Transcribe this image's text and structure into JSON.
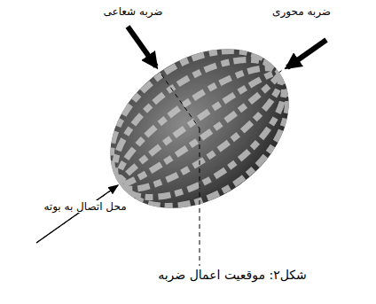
{
  "diagram": {
    "caption": "شکل۲: موقعیت اعمال ضربه",
    "labels": [
      "ضربه شعاعی",
      "ضربه محوری",
      "محل اتصال به بوته"
    ]
  }
}
